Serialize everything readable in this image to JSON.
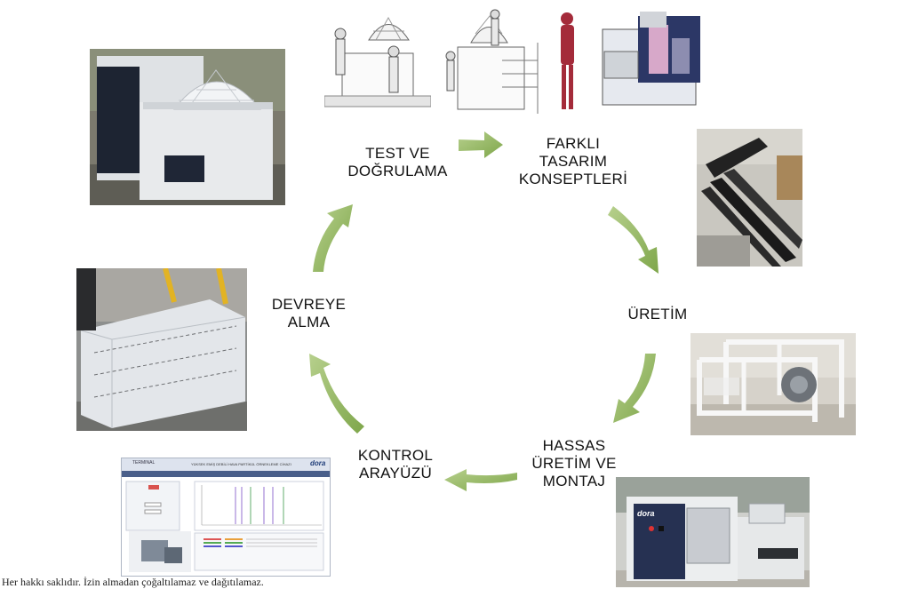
{
  "cycle": {
    "steps": [
      {
        "line1": "TEST VE",
        "line2": "DOĞRULAMA"
      },
      {
        "line1": "FARKLI",
        "line2": "TASARIM",
        "line3": "KONSEPTLERİ"
      },
      {
        "line1": "ÜRETİM"
      },
      {
        "line1": "HASSAS",
        "line2": "ÜRETİM VE",
        "line3": "MONTAJ"
      },
      {
        "line1": "KONTROL",
        "line2": "ARAYÜZÜ"
      },
      {
        "line1": "DEVREYE",
        "line2": "ALMA"
      }
    ]
  },
  "hmi": {
    "brand": "TERMINAL",
    "title": "YÜKSEK EMİŞ DEBİLİ HAVA PARTİKÜL ÖRNEKLEME CİHAZI",
    "logo": "dora"
  },
  "machine_logo": "dora",
  "footer": "Her hakkı saklıdır. İzin almadan çoğaltılamaz ve dağıtılamaz.",
  "colors": {
    "arrow": "#8fb35a",
    "arrow_dark": "#6f9a3a"
  }
}
